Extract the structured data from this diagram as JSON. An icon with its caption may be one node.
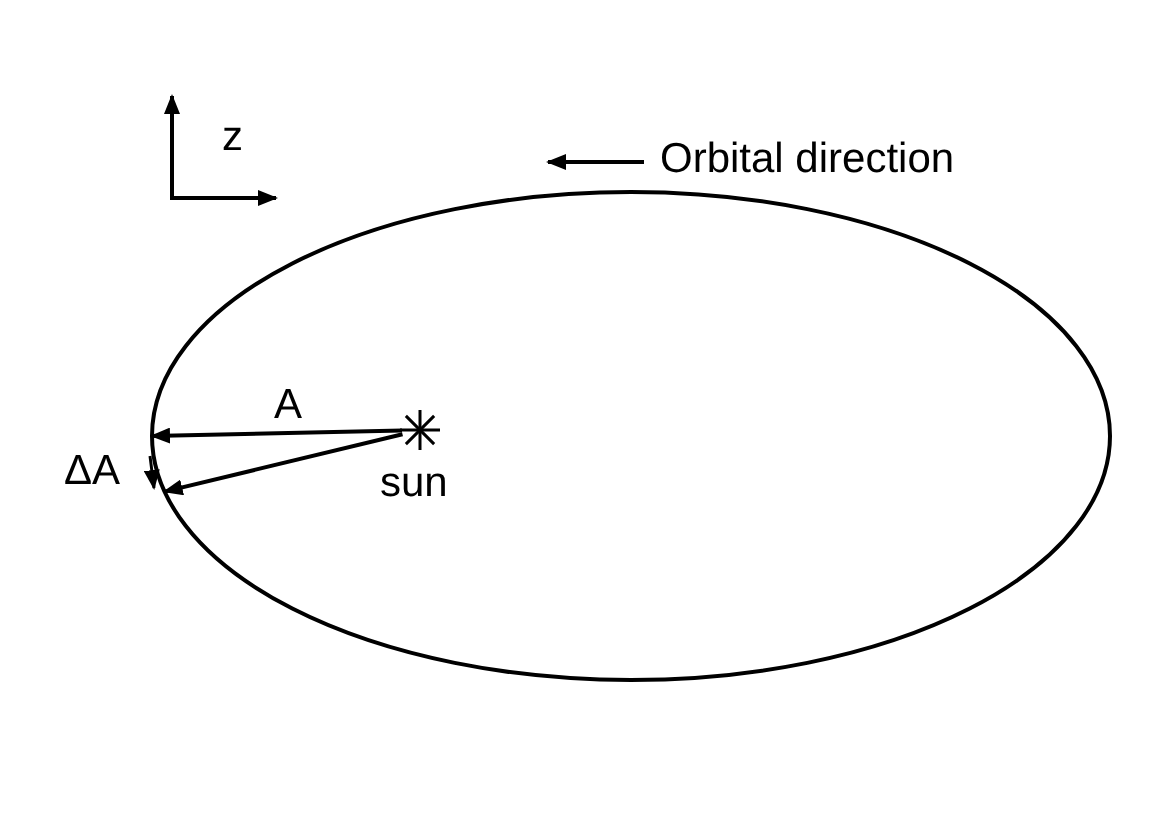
{
  "diagram": {
    "nodes": [
      {
        "text": [],
        "shape": "ellipse"
      },
      {
        "text": [
          "sun"
        ],
        "in": 0
      }
    ],
    "edges": [
      {
        "from": 1,
        "to": 0,
        "arrow": "to",
        "label": "A"
      },
      {
        "from": 1,
        "to": 0,
        "arrow": "to"
      }
    ],
    "labels": [
      "z",
      "Orbital direction",
      "ΔA"
    ]
  }
}
